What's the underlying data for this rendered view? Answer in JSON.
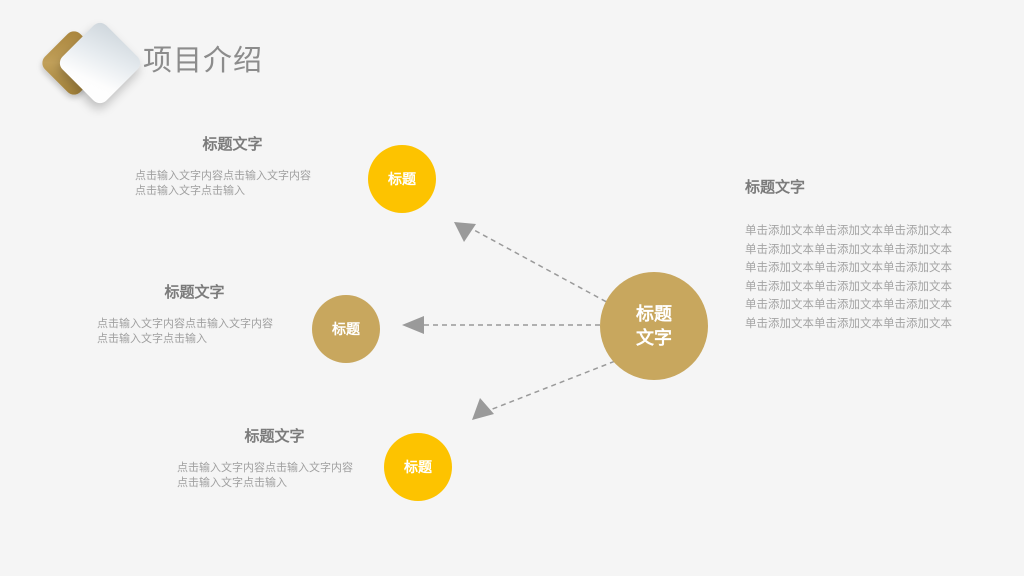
{
  "slide": {
    "background_color": "#f5f5f5",
    "title": "项目介绍",
    "logo": {
      "back_shape_name": "gold-diamond",
      "front_shape_name": "white-diamond",
      "gold_color": "#b08f42",
      "white_color": "#eef1f4"
    }
  },
  "colors": {
    "yellow": "#fdc300",
    "gold": "#c8a75e",
    "heading_gray": "#7b7b7b",
    "body_gray": "#a0a0a0",
    "title_gray": "#8c8c8c",
    "arrow_gray": "#9a9a9a"
  },
  "center_node": {
    "label_line1": "标题",
    "label_line2": "文字",
    "color": "#c8a75e"
  },
  "branches": [
    {
      "id": "top",
      "heading": "标题文字",
      "body_line1": "点击输入文字内容点击输入文字内容",
      "body_line2": "点击输入文字点击输入",
      "circle_label": "标题",
      "circle_color": "#fdc300"
    },
    {
      "id": "middle",
      "heading": "标题文字",
      "body_line1": "点击输入文字内容点击输入文字内容",
      "body_line2": "点击输入文字点击输入",
      "circle_label": "标题",
      "circle_color": "#c8a75e"
    },
    {
      "id": "bottom",
      "heading": "标题文字",
      "body_line1": "点击输入文字内容点击输入文字内容",
      "body_line2": "点击输入文字点击输入",
      "circle_label": "标题",
      "circle_color": "#fdc300"
    }
  ],
  "right_panel": {
    "heading": "标题文字",
    "lines": [
      "单击添加文本单击添加文本单击添加文本",
      "单击添加文本单击添加文本单击添加文本",
      "单击添加文本单击添加文本单击添加文本",
      "单击添加文本单击添加文本单击添加文本",
      "单击添加文本单击添加文本单击添加文本",
      "单击添加文本单击添加文本单击添加文本"
    ]
  },
  "arrows": [
    {
      "id": "arrow-to-top",
      "direction": "up-left",
      "style": "dashed",
      "color": "#9a9a9a"
    },
    {
      "id": "arrow-to-middle",
      "direction": "left",
      "style": "dashed",
      "color": "#9a9a9a"
    },
    {
      "id": "arrow-to-bottom",
      "direction": "down-left",
      "style": "dashed",
      "color": "#9a9a9a"
    }
  ]
}
